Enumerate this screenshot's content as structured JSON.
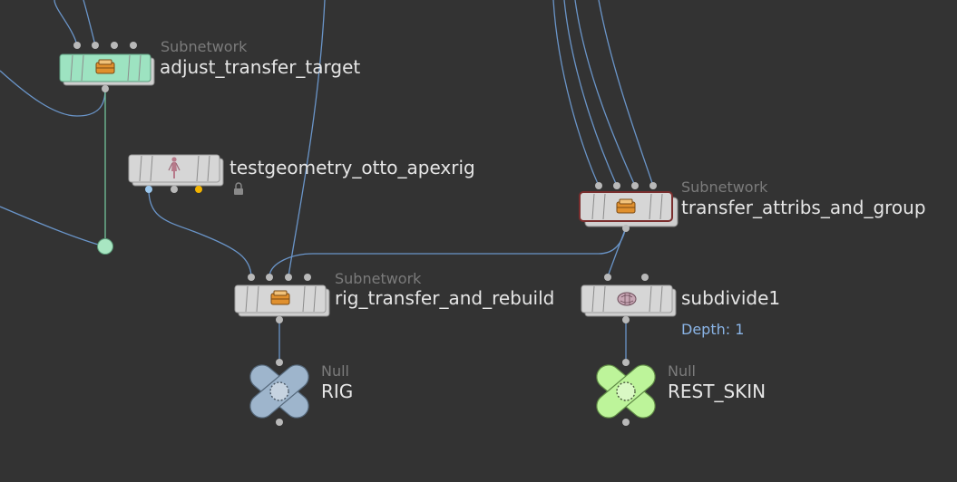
{
  "colors": {
    "background": "#333333",
    "wire": "#6a95c9",
    "wire_green": "#74c49a",
    "node_body": "#d6d6d6",
    "node_border": "#9c9c9c",
    "subnet_teal": "#9de3c1",
    "null_blue": "#9eb5cc",
    "null_green": "#bdf49a",
    "selected_outline": "#7a2e2e",
    "connector": "#b9b9b9",
    "connector_blue": "#9cc8ee",
    "connector_orange": "#f4b400",
    "dot_green": "#a8e6c2",
    "type_label": "#7b7b7b",
    "name_label": "#e6e6e6",
    "param_label": "#8ab4e6"
  },
  "nodes": {
    "adjust_transfer_target": {
      "type": "Subnetwork",
      "name": "adjust_transfer_target",
      "icon": "subnet-box-icon",
      "inputs": 4
    },
    "testgeometry": {
      "type": "",
      "name": "testgeometry_otto_apexrig",
      "icon": "human-figure-icon",
      "outputs": 3,
      "locked": true
    },
    "transfer_attribs": {
      "type": "Subnetwork",
      "name": "transfer_attribs_and_group",
      "icon": "subnet-box-icon",
      "inputs": 4,
      "selected": true
    },
    "rig_transfer": {
      "type": "Subnetwork",
      "name": "rig_transfer_and_rebuild",
      "icon": "subnet-box-icon",
      "inputs": 4
    },
    "subdivide": {
      "type": "",
      "name": "subdivide1",
      "icon": "subdivide-icon",
      "inputs": 2,
      "param": "Depth: 1"
    },
    "rig_null": {
      "type": "Null",
      "name": "RIG",
      "icon": "null-x-icon"
    },
    "rest_skin_null": {
      "type": "Null",
      "name": "REST_SKIN",
      "icon": "null-x-icon"
    }
  }
}
